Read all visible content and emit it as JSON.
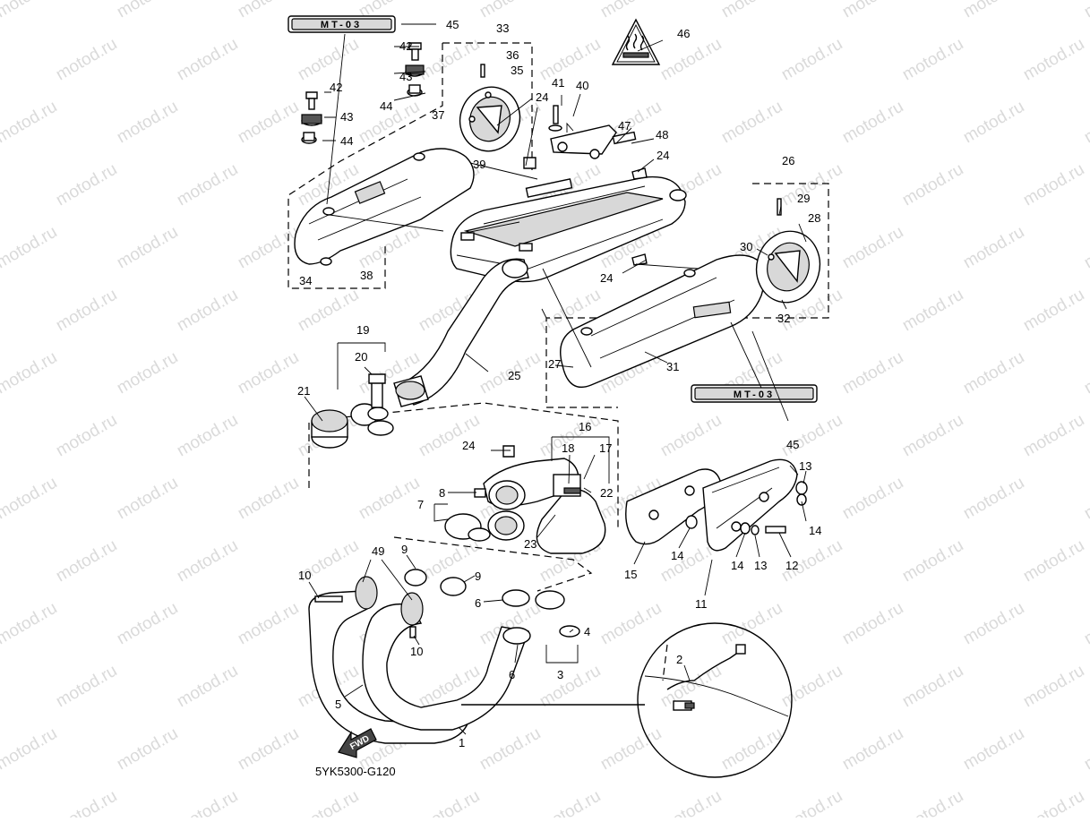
{
  "diagram": {
    "code": "5YK5300-G120",
    "watermark": "motod.ru",
    "badge_text": "MT-03",
    "fwd_label": "FWD",
    "callouts": {
      "c1": "1",
      "c2": "2",
      "c3": "3",
      "c4": "4",
      "c5": "5",
      "c6a": "6",
      "c6b": "6",
      "c7": "7",
      "c8": "8",
      "c9a": "9",
      "c9b": "9",
      "c10a": "10",
      "c10b": "10",
      "c11": "11",
      "c12": "12",
      "c13a": "13",
      "c13b": "13",
      "c14a": "14",
      "c14b": "14",
      "c14c": "14",
      "c15": "15",
      "c16": "16",
      "c17": "17",
      "c18": "18",
      "c19": "19",
      "c20": "20",
      "c21": "21",
      "c22": "22",
      "c23": "23",
      "c24a": "24",
      "c24b": "24",
      "c24c": "24",
      "c24d": "24",
      "c25": "25",
      "c26": "26",
      "c27": "27",
      "c28": "28",
      "c29": "29",
      "c30": "30",
      "c31": "31",
      "c32": "32",
      "c33": "33",
      "c34": "34",
      "c35": "35",
      "c36": "36",
      "c37": "37",
      "c38": "38",
      "c39": "39",
      "c40": "40",
      "c41": "41",
      "c42a": "42",
      "c42b": "42",
      "c43a": "43",
      "c43b": "43",
      "c44a": "44",
      "c44b": "44",
      "c45a": "45",
      "c45b": "45",
      "c46": "46",
      "c47": "47",
      "c48": "48",
      "c49": "49"
    }
  }
}
